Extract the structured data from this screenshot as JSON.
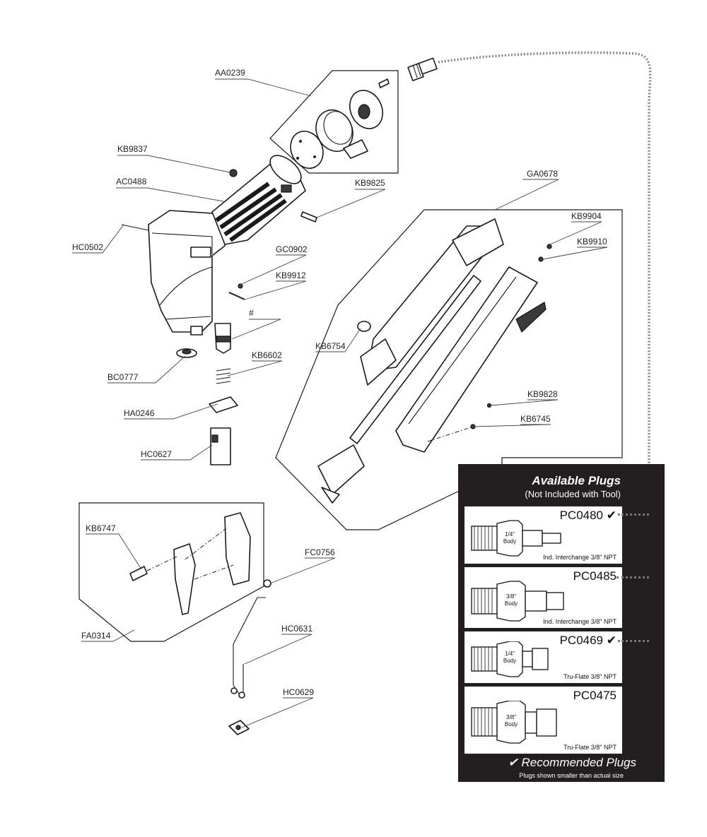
{
  "parts": {
    "aa0239": "AA0239",
    "kb9837": "KB9837",
    "ac0488": "AC0488",
    "kb9825": "KB9825",
    "hc0502": "HC0502",
    "gc0902": "GC0902",
    "kb9912": "KB9912",
    "hash": "#",
    "bc0777": "BC0777",
    "kb6602": "KB6602",
    "ha0246": "HA0246",
    "hc0627": "HC0627",
    "ga0678": "GA0678",
    "kb9904": "KB9904",
    "kb9910": "KB9910",
    "kb6754": "KB6754",
    "kb9828": "KB9828",
    "kb6745": "KB6745",
    "kb6747": "KB6747",
    "fc0756": "FC0756",
    "fa0314": "FA0314",
    "hc0631": "HC0631",
    "hc0629": "HC0629"
  },
  "plugs_panel": {
    "title": "Available Plugs",
    "subtitle": "(Not Included with Tool)",
    "check_mark": "✔",
    "plugs": [
      {
        "code": "PC0480",
        "recommended": true,
        "body_size": "1/4\"",
        "body_word": "Body",
        "description": "Ind. Interchange 3/8\" NPT"
      },
      {
        "code": "PC0485",
        "recommended": false,
        "body_size": "3/8\"",
        "body_word": "Body",
        "description": "Ind. Interchange 3/8\" NPT"
      },
      {
        "code": "PC0469",
        "recommended": true,
        "body_size": "1/4\"",
        "body_word": "Body",
        "description": "Tru-Flate 3/8\" NPT"
      },
      {
        "code": "PC0475",
        "recommended": false,
        "body_size": "3/8\"",
        "body_word": "Body",
        "description": "Tru-Flate 3/8\" NPT"
      }
    ],
    "recommended_label": "✔ Recommended Plugs",
    "footnote": "Plugs shown smaller than actual size"
  }
}
